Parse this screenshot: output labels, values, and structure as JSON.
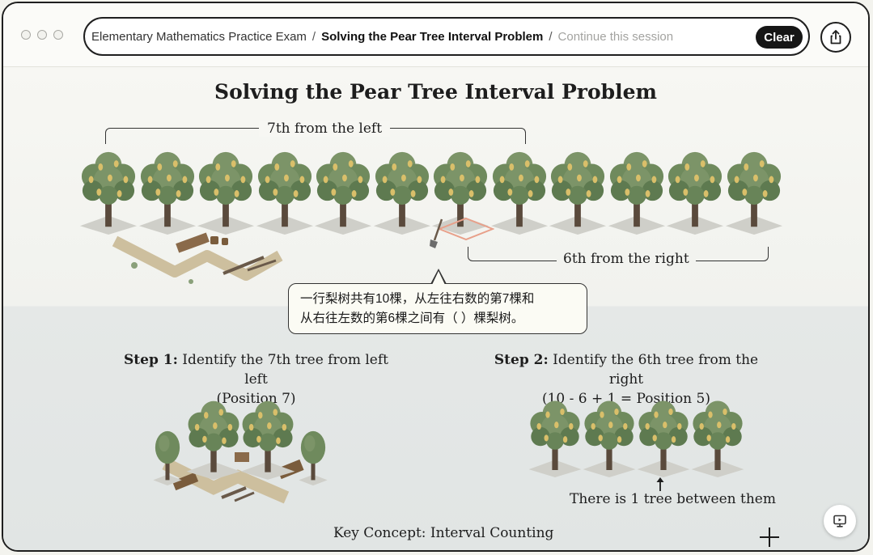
{
  "window": {
    "breadcrumb": {
      "parent": "Elementary Mathematics Practice Exam",
      "separator": "/",
      "current": "Solving the Pear Tree Interval Problem"
    },
    "input_placeholder": "Continue this session",
    "clear_label": "Clear",
    "icons": {
      "share": "share-icon",
      "present": "present-screen-icon",
      "cursor": "crosshair-cursor-icon"
    }
  },
  "figure": {
    "title": "Solving the Pear Tree Interval Problem",
    "label_left": "7th from the left",
    "label_right": "6th from the right",
    "question_line1": "一行梨树共有10棵，从左往右数的第7棵和",
    "question_line2": "从右往左数的第6棵之间有（     ）棵梨树。",
    "step1_heading": "Step 1:",
    "step1_text": "Identify the 7th tree from left left",
    "step1_sub": "(Position 7)",
    "step2_heading": "Step 2:",
    "step2_text": "Identify the 6th tree from the right",
    "step2_sub": "(10 - 6 + 1 = Position 5)",
    "between_note": "There is 1 tree between them",
    "key_concept": "Key Concept: Interval Counting",
    "colors": {
      "foliage": "#7c9468",
      "foliage_dark": "#5e7a50",
      "pear": "#d9bf6a",
      "trunk": "#5a4a3c",
      "highlight": "#e8a08a",
      "ground_shadow": "#cfcfc9"
    }
  }
}
